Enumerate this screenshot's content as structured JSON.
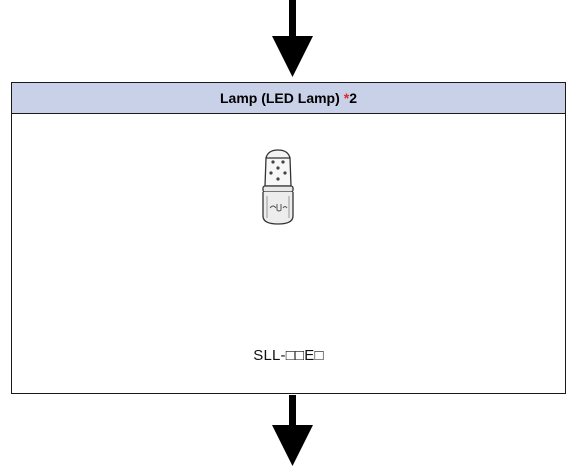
{
  "panel": {
    "header": {
      "title": "Lamp (LED Lamp)",
      "note_mark": "*",
      "note_number": "2"
    },
    "lamp_illustration": "led-lamp-icon",
    "part_number": "SLL-□□E□"
  },
  "colors": {
    "header_background": "#c9d1e8",
    "note_mark": "#e0282a",
    "border": "#1a1a1a"
  }
}
